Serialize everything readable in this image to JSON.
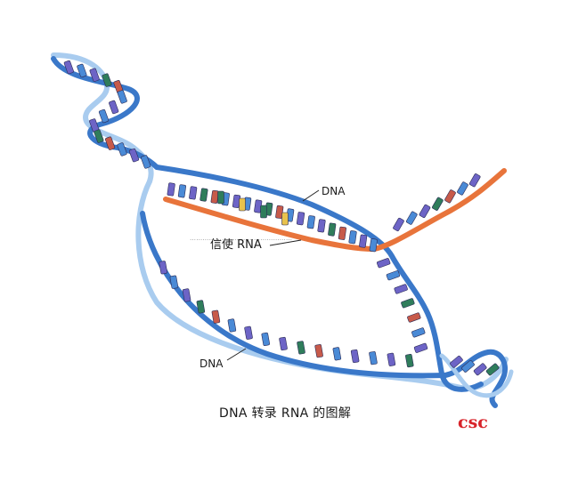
{
  "labels": {
    "dna_top": "DNA",
    "messenger_rna": "信使 RNA",
    "dna_bottom": "DNA",
    "caption": "DNA 转录 RNA 的图解",
    "watermark": "csc",
    "faint_overlay": "…………………………………………"
  },
  "colors": {
    "dna_strand": "#3a78c9",
    "dna_strand_light": "#a9ccef",
    "rna_strand": "#e8743b",
    "base_purple": "#6d64c6",
    "base_blue": "#4a8ad6",
    "base_green": "#2f7d5b",
    "base_red": "#c75a4a",
    "base_yellow": "#e8c24d",
    "watermark": "#d8232a"
  }
}
